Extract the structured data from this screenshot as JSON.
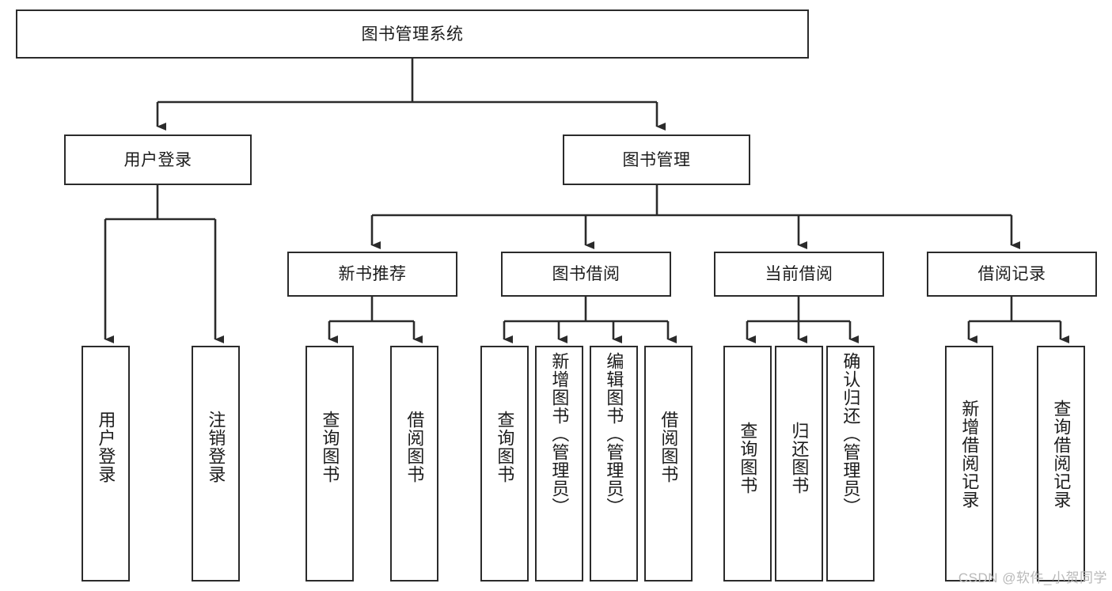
{
  "diagram": {
    "type": "tree-hierarchy-chart",
    "title": "图书管理系统",
    "colors": {
      "stroke": "#2b2b2b",
      "fill": "#ffffff",
      "text": "#1c1c1c",
      "watermark": "#b9b9b9"
    },
    "watermark": "CSDN @软件_小贺同学",
    "levels": [
      {
        "level": 1,
        "nodes": [
          {
            "id": "root",
            "label": "图书管理系统",
            "orientation": "horizontal"
          }
        ]
      },
      {
        "level": 2,
        "nodes": [
          {
            "id": "user-login",
            "label": "用户登录",
            "orientation": "horizontal",
            "parent": "root"
          },
          {
            "id": "book-manage",
            "label": "图书管理",
            "orientation": "horizontal",
            "parent": "root"
          }
        ]
      },
      {
        "level": 3,
        "nodes": [
          {
            "id": "new-book-rec",
            "label": "新书推荐",
            "orientation": "horizontal",
            "parent": "book-manage"
          },
          {
            "id": "book-borrow",
            "label": "图书借阅",
            "orientation": "horizontal",
            "parent": "book-manage"
          },
          {
            "id": "current-borrow",
            "label": "当前借阅",
            "orientation": "horizontal",
            "parent": "book-manage"
          },
          {
            "id": "borrow-record",
            "label": "借阅记录",
            "orientation": "horizontal",
            "parent": "book-manage"
          }
        ]
      },
      {
        "level": 4,
        "nodes": [
          {
            "id": "leaf-user-login",
            "label": "用户登录",
            "orientation": "vertical",
            "parent": "user-login"
          },
          {
            "id": "leaf-logout",
            "label": "注销登录",
            "orientation": "vertical",
            "parent": "user-login"
          },
          {
            "id": "leaf-query-book-1",
            "label": "查询图书",
            "orientation": "vertical",
            "parent": "new-book-rec"
          },
          {
            "id": "leaf-borrow-book-1",
            "label": "借阅图书",
            "orientation": "vertical",
            "parent": "new-book-rec"
          },
          {
            "id": "leaf-query-book-2",
            "label": "查询图书",
            "orientation": "vertical",
            "parent": "book-borrow"
          },
          {
            "id": "leaf-add-book",
            "label": "新增图书（管理员）",
            "orientation": "vertical",
            "parent": "book-borrow"
          },
          {
            "id": "leaf-edit-book",
            "label": "编辑图书（管理员）",
            "orientation": "vertical",
            "parent": "book-borrow"
          },
          {
            "id": "leaf-borrow-book-2",
            "label": "借阅图书",
            "orientation": "vertical",
            "parent": "book-borrow"
          },
          {
            "id": "leaf-query-book-3",
            "label": "查询图书",
            "orientation": "vertical",
            "parent": "current-borrow"
          },
          {
            "id": "leaf-return-book",
            "label": "归还图书",
            "orientation": "vertical",
            "parent": "current-borrow"
          },
          {
            "id": "leaf-confirm-return",
            "label": "确认归还（管理员）",
            "orientation": "vertical",
            "parent": "current-borrow"
          },
          {
            "id": "leaf-add-record",
            "label": "新增借阅记录",
            "orientation": "vertical",
            "parent": "borrow-record"
          },
          {
            "id": "leaf-query-record",
            "label": "查询借阅记录",
            "orientation": "vertical",
            "parent": "borrow-record"
          }
        ]
      }
    ],
    "nodes": {
      "root": "图书管理系统",
      "user_login": "用户登录",
      "book_manage": "图书管理",
      "new_book_rec": "新书推荐",
      "book_borrow": "图书借阅",
      "current_borrow": "当前借阅",
      "borrow_record": "借阅记录",
      "leaf_user_login": "用户登录",
      "leaf_logout": "注销登录",
      "leaf_query_book_1": "查询图书",
      "leaf_borrow_book_1": "借阅图书",
      "leaf_query_book_2": "查询图书",
      "leaf_add_book": "新增图书（管理员）",
      "leaf_edit_book": "编辑图书（管理员）",
      "leaf_borrow_book_2": "借阅图书",
      "leaf_query_book_3": "查询图书",
      "leaf_return_book": "归还图书",
      "leaf_confirm_return": "确认归还（管理员）",
      "leaf_add_record": "新增借阅记录",
      "leaf_query_record": "查询借阅记录"
    }
  }
}
